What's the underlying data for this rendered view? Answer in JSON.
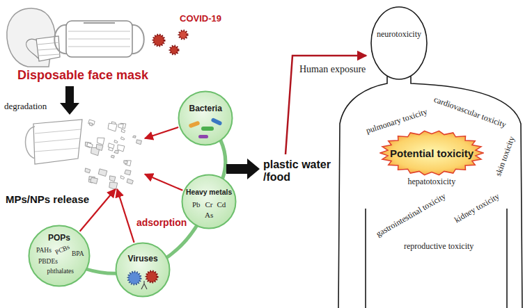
{
  "diagram": {
    "nodes": [
      {
        "text": [
          "MPs/NPs release"
        ]
      },
      {
        "text": [
          "Bacteria"
        ]
      },
      {
        "text": [
          "Heavy metals",
          "Pb",
          "Cr",
          "Cd",
          "As"
        ]
      },
      {
        "text": [
          "Viruses"
        ]
      },
      {
        "text": [
          "POPs",
          "PAHs",
          "PCBs",
          "BPA",
          "PBDEs",
          "phthalates"
        ]
      },
      {
        "text": [
          "neurotoxicity",
          "cardiovascular toxicity",
          "pulmonary toxicity",
          "skin toxicity",
          "hepatotoxicity",
          "gastrointestinal toxicity",
          "kidney toxicity",
          "reproductive toxicity"
        ]
      },
      {
        "text": [
          "Potential toxicity"
        ],
        "in": 5
      }
    ],
    "edges": [
      {
        "from": 1,
        "to": 0,
        "arrow": "to"
      },
      {
        "from": 2,
        "to": 0,
        "arrow": "to"
      },
      {
        "from": 3,
        "to": 0,
        "arrow": "to"
      },
      {
        "from": 4,
        "to": 0,
        "arrow": "to"
      }
    ],
    "labels": [
      "COVID-19",
      "Disposable face mask",
      "degradation",
      "adsorption",
      "plastic water /food",
      "Human exposure"
    ]
  }
}
